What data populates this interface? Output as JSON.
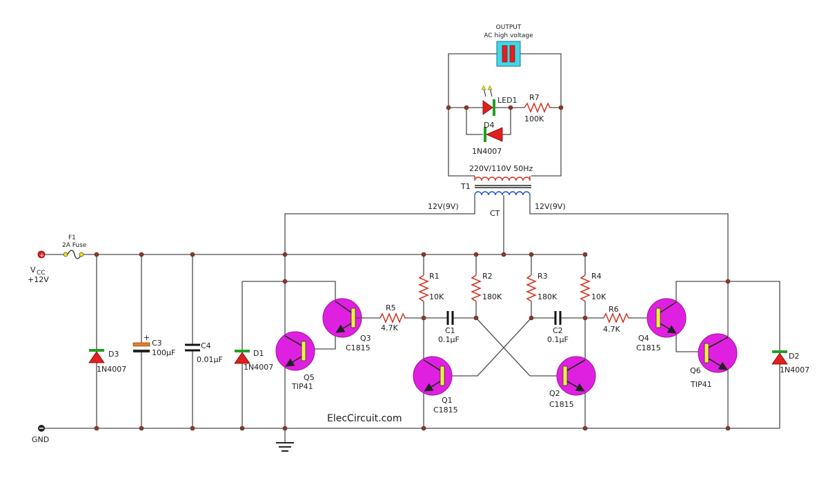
{
  "output": {
    "title": "OUTPUT",
    "subtitle": "AC high voltage"
  },
  "led1": "LED1",
  "r7": {
    "name": "R7",
    "value": "100K"
  },
  "d4": {
    "name": "D4",
    "part": "1N4007"
  },
  "transformer": {
    "name": "T1",
    "primary": "220V/110V  50Hz",
    "sec_left": "12V(9V)",
    "sec_right": "12V(9V)",
    "ct": "CT"
  },
  "fuse": {
    "name": "F1",
    "rating": "2A Fuse"
  },
  "supply": {
    "vcc": "V",
    "vcc_sub": "CC",
    "vcc_value": "+12V",
    "gnd": "GND"
  },
  "d3": {
    "name": "D3",
    "part": "1N4007"
  },
  "c3": {
    "name": "C3",
    "value": "100µF",
    "plus": "+"
  },
  "c4": {
    "name": "C4",
    "value": "0.01µF"
  },
  "d1": {
    "name": "D1",
    "part": "1N4007"
  },
  "q5": {
    "name": "Q5",
    "part": "TIP41"
  },
  "q3": {
    "name": "Q3",
    "part": "C1815"
  },
  "r5": {
    "name": "R5",
    "value": "4.7K"
  },
  "r1": {
    "name": "R1",
    "value": "10K"
  },
  "r2": {
    "name": "R2",
    "value": "180K"
  },
  "r3": {
    "name": "R3",
    "value": "180K"
  },
  "r4": {
    "name": "R4",
    "value": "10K"
  },
  "c1": {
    "name": "C1",
    "value": "0.1µF"
  },
  "c2": {
    "name": "C2",
    "value": "0.1µF"
  },
  "q1": {
    "name": "Q1",
    "part": "C1815"
  },
  "q2": {
    "name": "Q2",
    "part": "C1815"
  },
  "r6": {
    "name": "R6",
    "value": "4.7K"
  },
  "q4": {
    "name": "Q4",
    "part": "C1815"
  },
  "q6": {
    "name": "Q6",
    "part": "TIP41"
  },
  "d2": {
    "name": "D2",
    "part": "1N4007"
  },
  "watermark": "ElecCircuit.com",
  "colors": {
    "transistor": "#e020e0",
    "resistor": "#d03020",
    "led": "#e02020",
    "connector": "#40d8e8",
    "wire": "#4a4a4a"
  }
}
